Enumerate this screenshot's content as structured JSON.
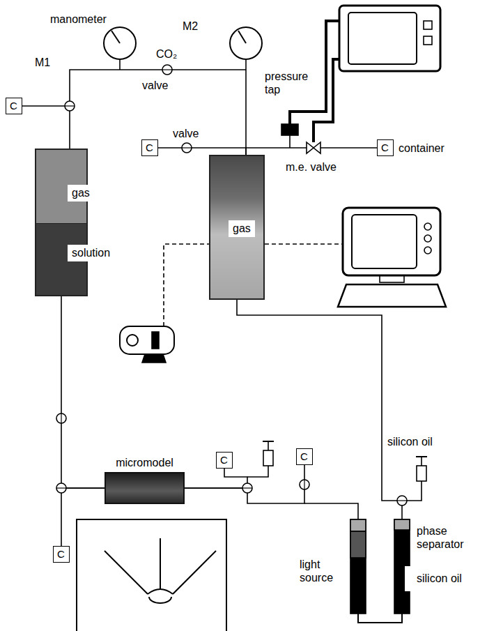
{
  "diagram": {
    "nodes": [
      {
        "text": [
          "C"
        ]
      },
      {
        "text": [
          "gas"
        ]
      },
      {
        "text": [
          "solution"
        ]
      },
      {
        "text": [
          "C"
        ]
      },
      {
        "text": [
          "C"
        ]
      },
      {
        "text": [
          "gas"
        ]
      },
      {
        "text": [
          "C"
        ]
      },
      {
        "text": [
          "C"
        ]
      },
      {
        "text": [
          "micromodel"
        ]
      },
      {
        "text": [
          "C"
        ]
      }
    ],
    "edges": [
      {
        "from": 0,
        "to": 1,
        "arrow": "none"
      },
      {
        "from": 3,
        "to": 5,
        "arrow": "none"
      },
      {
        "from": 5,
        "to": 4,
        "arrow": "none"
      },
      {
        "from": 2,
        "to": 8,
        "arrow": "none"
      },
      {
        "from": 9,
        "to": 8,
        "arrow": "none"
      },
      {
        "from": 8,
        "to": 6,
        "arrow": "none"
      },
      {
        "from": 8,
        "to": 7,
        "arrow": "none"
      }
    ],
    "labels": [
      "manometer",
      "M1",
      "CO₂",
      "M2",
      "valve",
      "valve",
      "pressure tap",
      "m.e. valve",
      "container",
      "silicon oil",
      "phase separator",
      "silicon oil",
      "light source"
    ]
  }
}
